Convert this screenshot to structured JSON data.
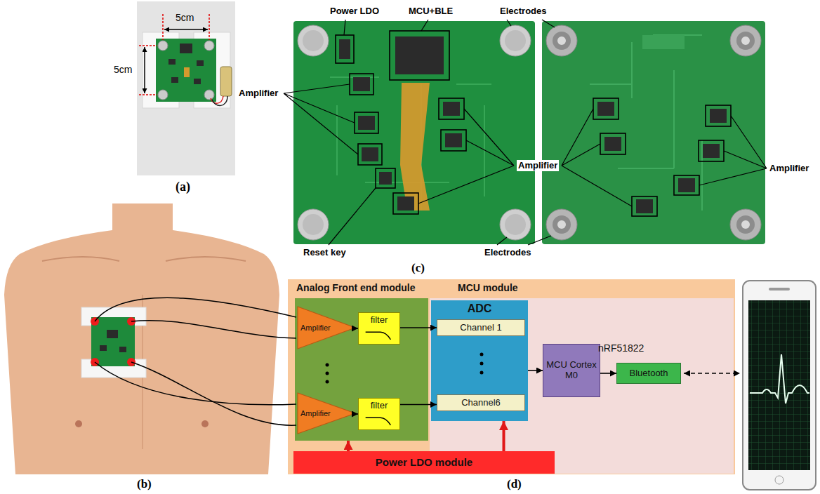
{
  "diagram": {
    "nodes": [
      {
        "text": [
          "Analog Front end module"
        ]
      },
      {
        "text": [
          "MCU module",
          "nRF51822"
        ]
      },
      {
        "text": [
          "Amplifier"
        ],
        "in": 0
      },
      {
        "text": [
          "filter"
        ],
        "in": 0
      },
      {
        "text": [
          "ADC"
        ],
        "in": 1
      },
      {
        "text": [
          "Channel 1"
        ],
        "in": 4
      },
      {
        "text": [
          "Amplifier"
        ],
        "in": 0
      },
      {
        "text": [
          "filter"
        ],
        "in": 0
      },
      {
        "text": [
          "Channel6"
        ],
        "in": 4
      },
      {
        "text": [
          "MCU Cortex M0"
        ],
        "in": 1
      },
      {
        "text": [
          "Bluetooth"
        ],
        "in": 1
      },
      {
        "text": [
          "Power LDO module"
        ]
      }
    ],
    "edges": [
      {
        "from": 2,
        "to": 3,
        "arrow": "to"
      },
      {
        "from": 3,
        "to": 5,
        "arrow": "to"
      },
      {
        "from": 6,
        "to": 7,
        "arrow": "to"
      },
      {
        "from": 7,
        "to": 8,
        "arrow": "to"
      },
      {
        "from": 4,
        "to": 9,
        "arrow": "to"
      },
      {
        "from": 9,
        "to": 10,
        "arrow": "to"
      },
      {
        "from": 11,
        "to": 0,
        "arrow": "to"
      },
      {
        "from": 11,
        "to": 4,
        "arrow": "to"
      }
    ],
    "labels": [
      "(a)",
      "5cm",
      "5cm",
      "(b)",
      "Power LDO",
      "MCU+BLE",
      "Electrodes",
      "Amplifier",
      "Reset key",
      "Amplifier",
      "Electrodes",
      "Amplifier",
      "(c)",
      "(d)"
    ]
  }
}
